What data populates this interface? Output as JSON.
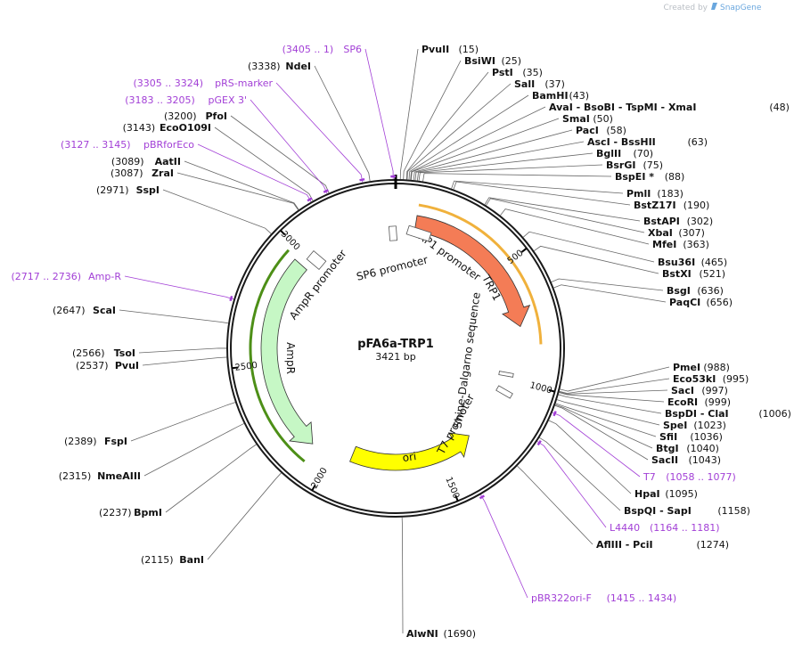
{
  "credit": {
    "prefix": "Created by",
    "brand": "SnapGene"
  },
  "plasmid": {
    "name": "pFA6a-TRP1",
    "length_label": "3421 bp",
    "length_bp": 3421
  },
  "colors": {
    "primer": "#a23fd6",
    "trp1": "#f47c56",
    "ampr": "#c6f7c5",
    "ori": "#ffff00",
    "ring": "#1a1a1a",
    "trp1_orf": "#f0b13c",
    "ampr_orf": "#4d8f17"
  },
  "features": [
    {
      "id": "trp1",
      "label": "TRP1",
      "start": 87,
      "end": 761,
      "direction": "cw",
      "color": "#f47c56"
    },
    {
      "id": "ampr",
      "label": "AmpR",
      "start": 2100,
      "end": 2960,
      "direction": "ccw",
      "color": "#c6f7c5"
    },
    {
      "id": "ori",
      "label": "ori",
      "start": 1330,
      "end": 1920,
      "direction": "ccw",
      "color": "#ffff00"
    }
  ],
  "orfs": [
    {
      "id": "trp1-orf",
      "start": 87,
      "end": 840,
      "color": "#f0b13c"
    },
    {
      "id": "ampr-orf",
      "start": 2080,
      "end": 2970,
      "color": "#4d8f17"
    }
  ],
  "promoters": [
    {
      "id": "sp6",
      "label": "SP6 promoter",
      "bp": 3405
    },
    {
      "id": "trp1p",
      "label": "TRP1 promoter",
      "bp": 25
    },
    {
      "id": "ampr-p",
      "label": "AmpR promoter",
      "bp": 3075
    },
    {
      "id": "t7",
      "label": "T7 promoter",
      "bp": 1058
    },
    {
      "id": "sd",
      "label": "Shine-Dalgarno sequence",
      "bp": 1003
    }
  ],
  "scale_ticks": [
    {
      "label": "500",
      "bp": 500
    },
    {
      "label": "1000",
      "bp": 1000
    },
    {
      "label": "1500",
      "bp": 1500
    },
    {
      "label": "2000",
      "bp": 2000
    },
    {
      "label": "2500",
      "bp": 2500
    },
    {
      "label": "3000",
      "bp": 3000
    }
  ],
  "sites": [
    {
      "name": "PvuII",
      "pos": "(15)",
      "bp": 15,
      "kind": "enzyme"
    },
    {
      "name": "BsiWI",
      "pos": "(25)",
      "bp": 25,
      "kind": "enzyme"
    },
    {
      "name": "PstI",
      "pos": "(35)",
      "bp": 35,
      "kind": "enzyme"
    },
    {
      "name": "SalI",
      "pos": "(37)",
      "bp": 37,
      "kind": "enzyme"
    },
    {
      "name": "BamHI",
      "pos": "(43)",
      "bp": 43,
      "kind": "enzyme"
    },
    {
      "name": "AvaI   - BsoBI   - TspMI    - XmaI",
      "pos": "(48)",
      "bp": 48,
      "kind": "enzyme"
    },
    {
      "name": "SmaI",
      "pos": "(50)",
      "bp": 50,
      "kind": "enzyme"
    },
    {
      "name": "PacI",
      "pos": "(58)",
      "bp": 58,
      "kind": "enzyme"
    },
    {
      "name": "AscI   - BssHII",
      "pos": "(63)",
      "bp": 63,
      "kind": "enzyme"
    },
    {
      "name": "BglII",
      "pos": "(70)",
      "bp": 70,
      "kind": "enzyme"
    },
    {
      "name": "BsrGI",
      "pos": "(75)",
      "bp": 75,
      "kind": "enzyme"
    },
    {
      "name": "BspEI *",
      "pos": "(88)",
      "bp": 88,
      "kind": "enzyme"
    },
    {
      "name": "PmlI",
      "pos": "(183)",
      "bp": 183,
      "kind": "enzyme"
    },
    {
      "name": "BstZ17I",
      "pos": "(190)",
      "bp": 190,
      "kind": "enzyme"
    },
    {
      "name": "BstAPI",
      "pos": "(302)",
      "bp": 302,
      "kind": "enzyme"
    },
    {
      "name": "XbaI",
      "pos": "(307)",
      "bp": 307,
      "kind": "enzyme"
    },
    {
      "name": "MfeI",
      "pos": "(363)",
      "bp": 363,
      "kind": "enzyme"
    },
    {
      "name": "Bsu36I",
      "pos": "(465)",
      "bp": 465,
      "kind": "enzyme"
    },
    {
      "name": "BstXI",
      "pos": "(521)",
      "bp": 521,
      "kind": "enzyme"
    },
    {
      "name": "BsgI",
      "pos": "(636)",
      "bp": 636,
      "kind": "enzyme"
    },
    {
      "name": "PaqCI",
      "pos": "(656)",
      "bp": 656,
      "kind": "enzyme"
    },
    {
      "name": "PmeI",
      "pos": "(988)",
      "bp": 988,
      "kind": "enzyme"
    },
    {
      "name": "Eco53kI",
      "pos": "(995)",
      "bp": 995,
      "kind": "enzyme"
    },
    {
      "name": "SacI",
      "pos": "(997)",
      "bp": 997,
      "kind": "enzyme"
    },
    {
      "name": "EcoRI",
      "pos": "(999)",
      "bp": 999,
      "kind": "enzyme"
    },
    {
      "name": "BspDI   - ClaI",
      "pos": "(1006)",
      "bp": 1006,
      "kind": "enzyme"
    },
    {
      "name": "SpeI",
      "pos": "(1023)",
      "bp": 1023,
      "kind": "enzyme"
    },
    {
      "name": "SfiI",
      "pos": "(1036)",
      "bp": 1036,
      "kind": "enzyme"
    },
    {
      "name": "BtgI",
      "pos": "(1040)",
      "bp": 1040,
      "kind": "enzyme"
    },
    {
      "name": "SacII",
      "pos": "(1043)",
      "bp": 1043,
      "kind": "enzyme"
    },
    {
      "name": "T7",
      "pos": "(1058 .. 1077)",
      "bp": 1067,
      "kind": "primer"
    },
    {
      "name": "HpaI",
      "pos": "(1095)",
      "bp": 1095,
      "kind": "enzyme"
    },
    {
      "name": "BspQI   - SapI",
      "pos": "(1158)",
      "bp": 1158,
      "kind": "enzyme"
    },
    {
      "name": "L4440",
      "pos": "(1164 .. 1181)",
      "bp": 1172,
      "kind": "primer"
    },
    {
      "name": "AflIII   - PciI",
      "pos": "(1274)",
      "bp": 1274,
      "kind": "enzyme"
    },
    {
      "name": "pBR322ori-F",
      "pos": "(1415 .. 1434)",
      "bp": 1424,
      "kind": "primer"
    },
    {
      "name": "AlwNI",
      "pos": "(1690)",
      "bp": 1690,
      "kind": "enzyme"
    },
    {
      "name": "BanI",
      "pos": "(2115)",
      "bp": 2115,
      "kind": "enzyme"
    },
    {
      "name": "BpmI",
      "pos": "(2237)",
      "bp": 2237,
      "kind": "enzyme"
    },
    {
      "name": "NmeAIII",
      "pos": "(2315)",
      "bp": 2315,
      "kind": "enzyme"
    },
    {
      "name": "FspI",
      "pos": "(2389)",
      "bp": 2389,
      "kind": "enzyme"
    },
    {
      "name": "PvuI",
      "pos": "(2537)",
      "bp": 2537,
      "kind": "enzyme"
    },
    {
      "name": "TsoI",
      "pos": "(2566)",
      "bp": 2566,
      "kind": "enzyme"
    },
    {
      "name": "ScaI",
      "pos": "(2647)",
      "bp": 2647,
      "kind": "enzyme"
    },
    {
      "name": "Amp-R",
      "pos": "(2717 .. 2736)",
      "bp": 2726,
      "kind": "primer"
    },
    {
      "name": "SspI",
      "pos": "(2971)",
      "bp": 2971,
      "kind": "enzyme"
    },
    {
      "name": "ZraI",
      "pos": "(3087)",
      "bp": 3087,
      "kind": "enzyme"
    },
    {
      "name": "AatII",
      "pos": "(3089)",
      "bp": 3089,
      "kind": "enzyme"
    },
    {
      "name": "pBRforEco",
      "pos": "(3127 .. 3145)",
      "bp": 3136,
      "kind": "primer"
    },
    {
      "name": "EcoO109I",
      "pos": "(3143)",
      "bp": 3143,
      "kind": "enzyme"
    },
    {
      "name": "PfoI",
      "pos": "(3200)",
      "bp": 3200,
      "kind": "enzyme"
    },
    {
      "name": "pGEX 3'",
      "pos": "(3183 .. 3205)",
      "bp": 3194,
      "kind": "primer"
    },
    {
      "name": "pRS-marker",
      "pos": "(3305 .. 3324)",
      "bp": 3314,
      "kind": "primer"
    },
    {
      "name": "NdeI",
      "pos": "(3338)",
      "bp": 3338,
      "kind": "enzyme"
    },
    {
      "name": "SP6",
      "pos": "(3405 .. 1)",
      "bp": 3413,
      "kind": "primer"
    }
  ]
}
